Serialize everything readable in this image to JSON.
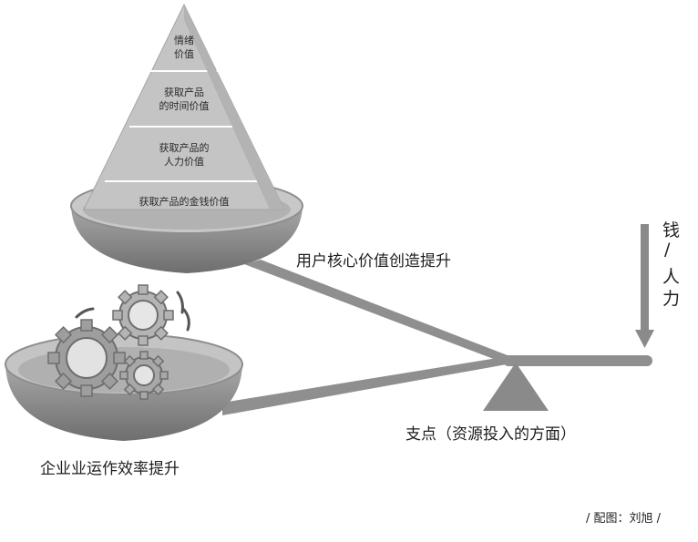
{
  "pyramid": {
    "level_emotion": [
      "情绪",
      "价值"
    ],
    "level_time": [
      "获取产品",
      "的时间价值"
    ],
    "level_labor": [
      "获取产品的",
      "人力价值"
    ],
    "level_money": "获取产品的金钱价值"
  },
  "labels": {
    "core_value": "用户核心价值创造提升",
    "ops_efficiency": "企业业运作效率提升",
    "fulcrum": "支点（资源投入的方面）",
    "credit": "/ 配图：刘旭 /"
  },
  "force": {
    "money": "钱",
    "slash": "/",
    "labor_chars": [
      "人",
      "力"
    ]
  },
  "colors": {
    "pan_fill": "#9c9c9c",
    "pan_dark": "#7e7e7e",
    "beam": "#8f8f8f",
    "pyramid_fill": "#c4c4c4",
    "gear_fill": "#a3a3a3"
  }
}
